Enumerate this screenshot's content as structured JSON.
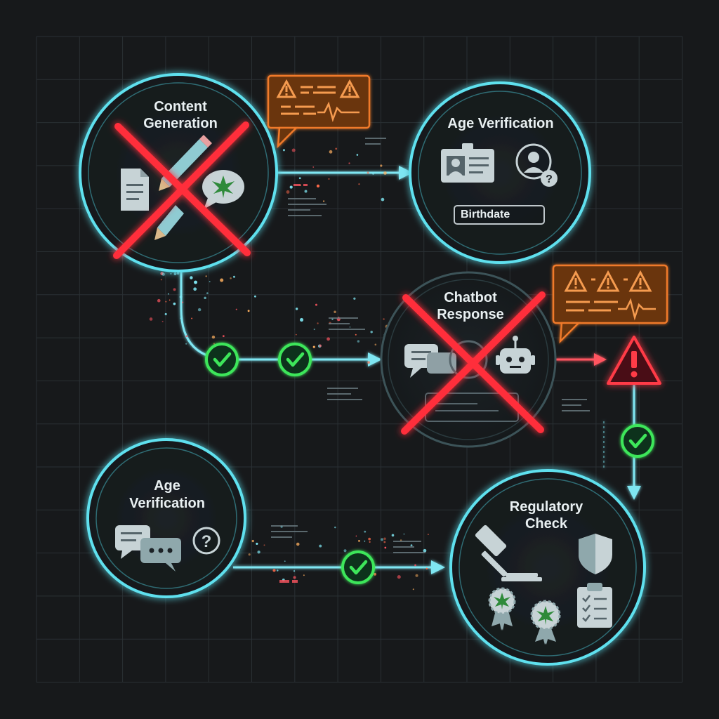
{
  "nodes": {
    "content_generation": {
      "title_line1": "Content",
      "title_line2": "Generation",
      "status": "blocked"
    },
    "age_verification_top": {
      "title": "Age Verification",
      "field_label": "Birthdate"
    },
    "chatbot_response": {
      "title_line1": "Chatbot",
      "title_line2": "Response",
      "status": "blocked"
    },
    "age_verification_bottom": {
      "title_line1": "Age",
      "title_line2": "Verification"
    },
    "regulatory_check": {
      "title_line1": "Regulatory",
      "title_line2": "Check"
    }
  },
  "colors": {
    "background": "#17191b",
    "grid": "#2a3034",
    "ring": "#5fe0ee",
    "flow": "#7fe6f2",
    "blocked": "#ff2f3a",
    "check": "#3ee65a",
    "warning": "#f07a2a",
    "alert": "#ff3b46",
    "icon": "#c7d3d6"
  },
  "icons": [
    "document-icon",
    "pencil-icon",
    "cannabis-chat-icon",
    "id-card-icon",
    "user-question-icon",
    "chat-bubbles-icon",
    "robot-icon",
    "warning-triangle-icon",
    "question-icon",
    "gavel-icon",
    "shield-icon",
    "cannabis-badge-icon",
    "clipboard-checklist-icon",
    "checkmark-icon"
  ]
}
